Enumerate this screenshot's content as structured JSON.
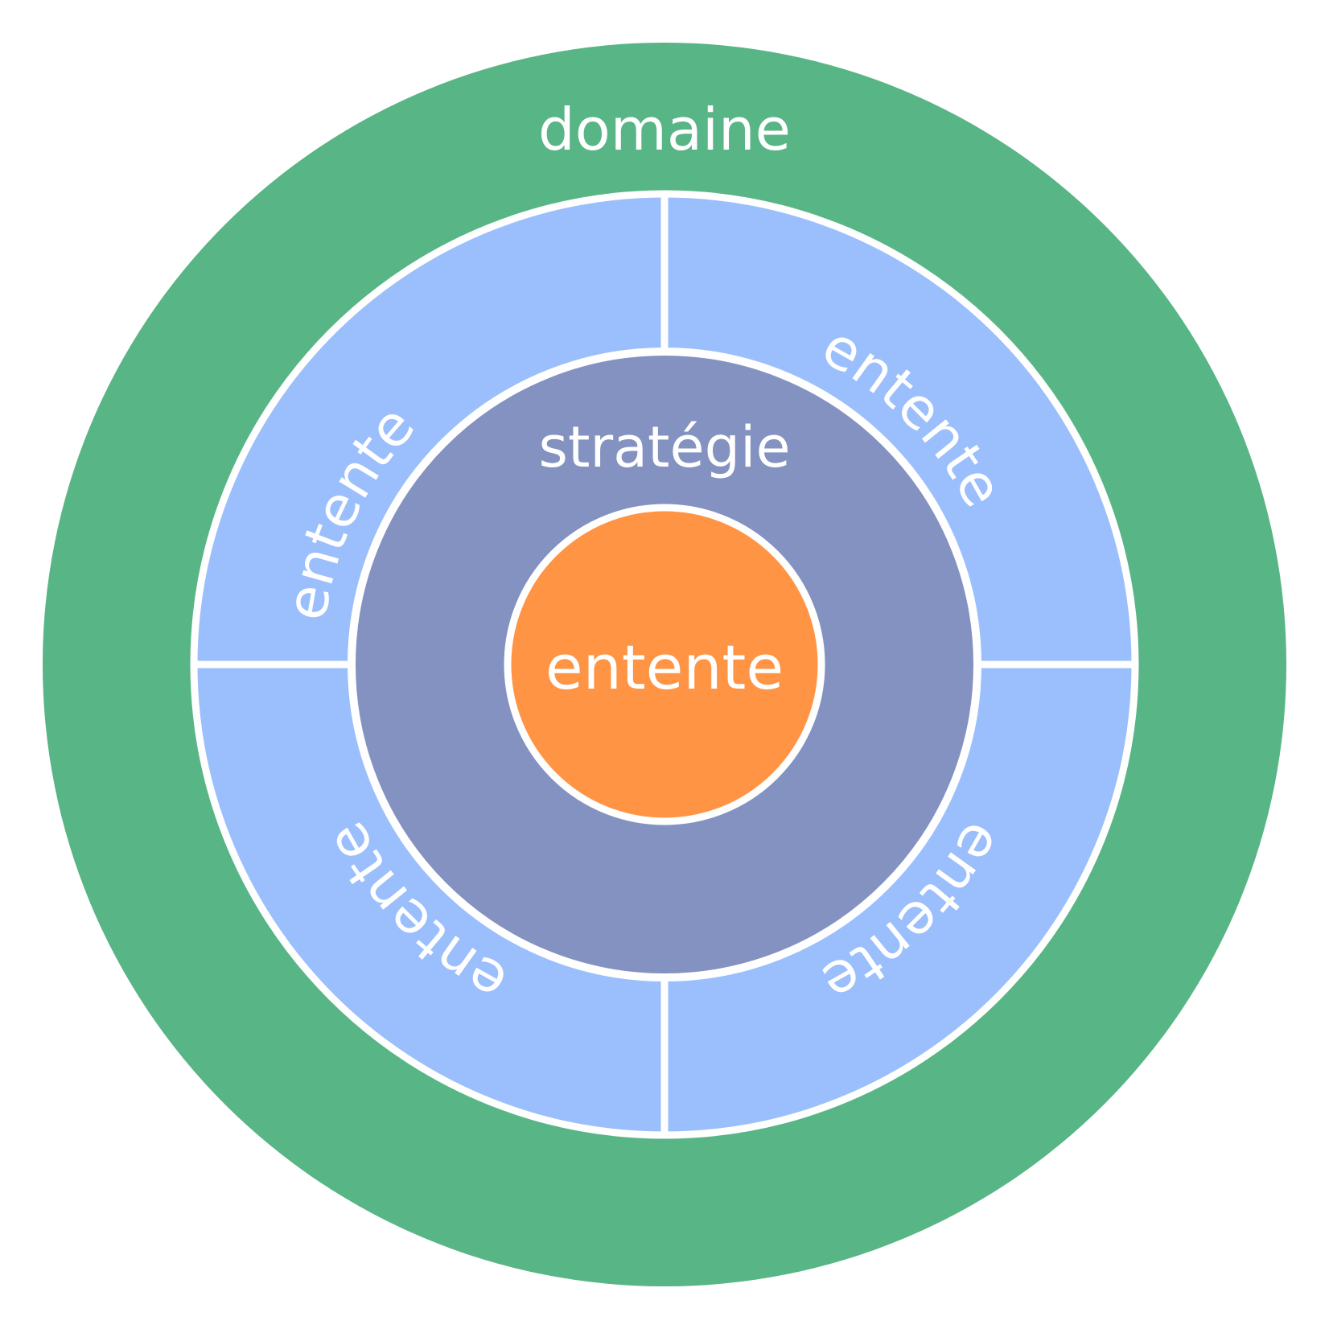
{
  "diagram": {
    "outer_label": "domaine",
    "middle_label": "stratégie",
    "center_label": "entente",
    "quadrant_labels": [
      "entente",
      "entente",
      "entente",
      "entente"
    ]
  },
  "colors": {
    "outer": "#58B585",
    "quadrants": "#9BBFFC",
    "middle": "#8392C0",
    "center": "#FF9444",
    "stroke": "#FFFFFF",
    "background": "#FFFFFF"
  }
}
